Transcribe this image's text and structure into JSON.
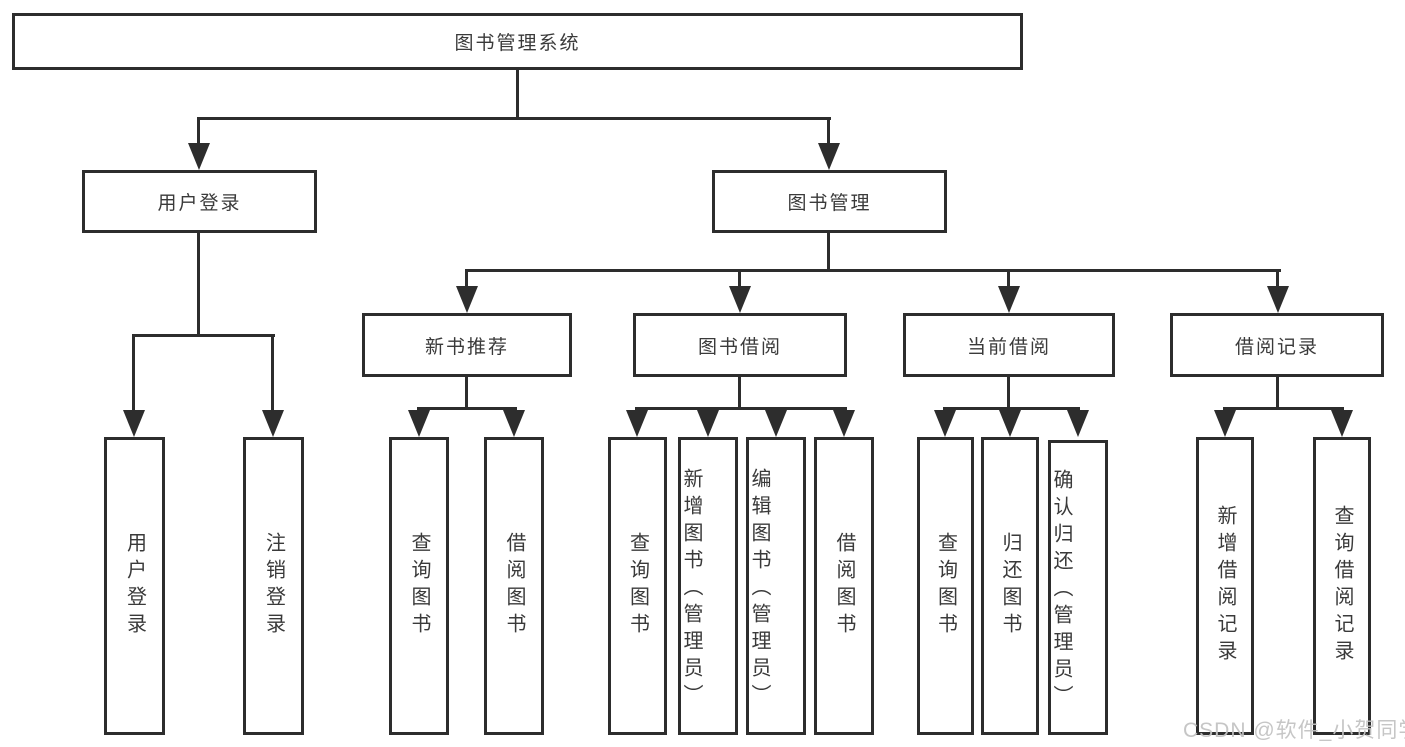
{
  "diagram": {
    "title": "图书管理系统",
    "tree": {
      "label": "图书管理系统",
      "children": [
        {
          "label": "用户登录",
          "children": [
            {
              "label": "用户登录"
            },
            {
              "label": "注销登录"
            }
          ]
        },
        {
          "label": "图书管理",
          "children": [
            {
              "label": "新书推荐",
              "children": [
                {
                  "label": "查询图书"
                },
                {
                  "label": "借阅图书"
                }
              ]
            },
            {
              "label": "图书借阅",
              "children": [
                {
                  "label": "查询图书"
                },
                {
                  "label": "新增图书（管理员）"
                },
                {
                  "label": "编辑图书（管理员）"
                },
                {
                  "label": "借阅图书"
                }
              ]
            },
            {
              "label": "当前借阅",
              "children": [
                {
                  "label": "查询图书"
                },
                {
                  "label": "归还图书"
                },
                {
                  "label": "确认归还（管理员）"
                }
              ]
            },
            {
              "label": "借阅记录",
              "children": [
                {
                  "label": "新增借阅记录"
                },
                {
                  "label": "查询借阅记录"
                }
              ]
            }
          ]
        }
      ]
    },
    "watermark": "CSDN @软件_小贺同学",
    "colors": {
      "line": "#2d2d2d",
      "text": "#3a3a3a",
      "wm": "#c3c3c3",
      "bg": "#ffffff"
    }
  }
}
